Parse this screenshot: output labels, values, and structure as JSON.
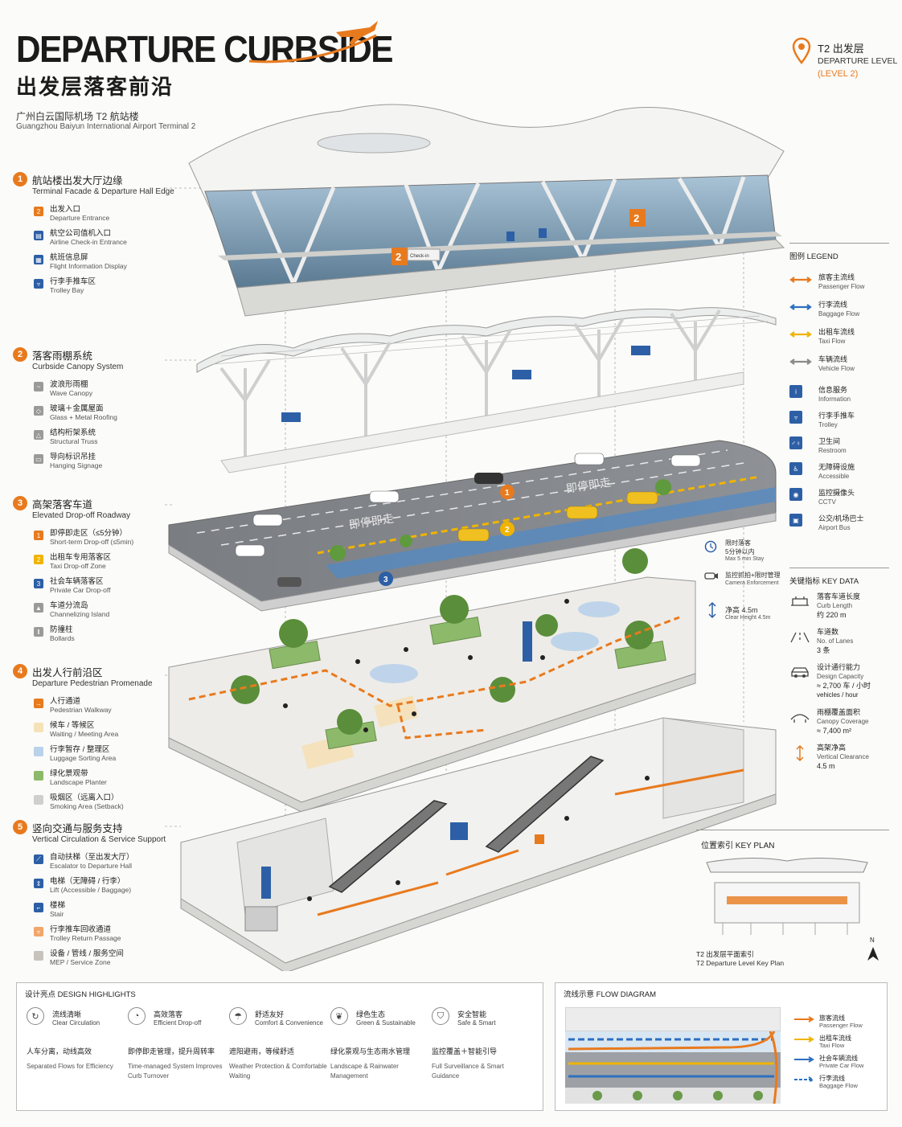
{
  "header": {
    "title_en": "DEPARTURE CURBSIDE",
    "title_cn": "出发层落客前沿",
    "subtitle_cn": "广州白云国际机场 T2 航站楼",
    "subtitle_en": "Guangzhou Baiyun International Airport Terminal 2"
  },
  "level_badge": {
    "line1": "T2 出发层",
    "line2": "DEPARTURE LEVEL",
    "line3": "(LEVEL 2)"
  },
  "sections": [
    {
      "num": "1",
      "title_cn": "航站楼出发大厅边缘",
      "title_en": "Terminal Facade & Departure Hall Edge",
      "items": [
        {
          "cn": "出发入口",
          "en": "Departure Entrance",
          "color": "#e87a1e",
          "glyph": "2"
        },
        {
          "cn": "航空公司值机入口",
          "en": "Airline Check-in Entrance",
          "color": "#2d5fa6",
          "glyph": "▤"
        },
        {
          "cn": "航班信息屏",
          "en": "Flight Information Display",
          "color": "#2d5fa6",
          "glyph": "▦"
        },
        {
          "cn": "行李手推车区",
          "en": "Trolley Bay",
          "color": "#2d5fa6",
          "glyph": "▿"
        }
      ]
    },
    {
      "num": "2",
      "title_cn": "落客雨棚系统",
      "title_en": "Curbside Canopy System",
      "items": [
        {
          "cn": "波浪形雨棚",
          "en": "Wave Canopy",
          "color": "#9a9a9a",
          "glyph": "~"
        },
        {
          "cn": "玻璃＋金属屋面",
          "en": "Glass + Metal Roofing",
          "color": "#9a9a9a",
          "glyph": "◇"
        },
        {
          "cn": "结构桁架系统",
          "en": "Structural Truss",
          "color": "#9a9a9a",
          "glyph": "△"
        },
        {
          "cn": "导向标识吊挂",
          "en": "Hanging Signage",
          "color": "#9a9a9a",
          "glyph": "▭"
        }
      ]
    },
    {
      "num": "3",
      "title_cn": "高架落客车道",
      "title_en": "Elevated Drop-off Roadway",
      "items": [
        {
          "cn": "即停即走区（≤5分钟）",
          "en": "Short-term Drop-off (≤5min)",
          "color": "#e87a1e",
          "glyph": "1"
        },
        {
          "cn": "出租车专用落客区",
          "en": "Taxi Drop-off Zone",
          "color": "#f0b400",
          "glyph": "2"
        },
        {
          "cn": "社会车辆落客区",
          "en": "Private Car Drop-off",
          "color": "#2d5fa6",
          "glyph": "3"
        },
        {
          "cn": "车道分流岛",
          "en": "Channelizing Island",
          "color": "#9a9a9a",
          "glyph": "▲"
        },
        {
          "cn": "防撞柱",
          "en": "Bollards",
          "color": "#9a9a9a",
          "glyph": "‖"
        }
      ]
    },
    {
      "num": "4",
      "title_cn": "出发人行前沿区",
      "title_en": "Departure Pedestrian Promenade",
      "items": [
        {
          "cn": "人行通道",
          "en": "Pedestrian Walkway",
          "color": "#e87a1e",
          "glyph": "→"
        },
        {
          "cn": "候车 / 等候区",
          "en": "Waiting / Meeting Area",
          "color": "#f6e2b8",
          "glyph": ""
        },
        {
          "cn": "行李暂存 / 整理区",
          "en": "Luggage Sorting Area",
          "color": "#b9d2ea",
          "glyph": ""
        },
        {
          "cn": "绿化景观带",
          "en": "Landscape Planter",
          "color": "#8cba6a",
          "glyph": ""
        },
        {
          "cn": "吸烟区（远离入口）",
          "en": "Smoking Area (Setback)",
          "color": "#cfcfcf",
          "glyph": ""
        }
      ]
    },
    {
      "num": "5",
      "title_cn": "竖向交通与服务支持",
      "title_en": "Vertical Circulation & Service Support",
      "items": [
        {
          "cn": "自动扶梯（至出发大厅）",
          "en": "Escalator to Departure Hall",
          "color": "#2d5fa6",
          "glyph": "⟋"
        },
        {
          "cn": "电梯（无障碍 / 行李）",
          "en": "Lift (Accessible / Baggage)",
          "color": "#2d5fa6",
          "glyph": "⇕"
        },
        {
          "cn": "楼梯",
          "en": "Stair",
          "color": "#2d5fa6",
          "glyph": "⌐"
        },
        {
          "cn": "行李推车回收通道",
          "en": "Trolley Return Passage",
          "color": "#f2a66a",
          "glyph": "▿"
        },
        {
          "cn": "设备 / 管线 / 服务空间",
          "en": "MEP / Service Zone",
          "color": "#c7c2bb",
          "glyph": ""
        }
      ]
    }
  ],
  "legend": {
    "title": "图例 LEGEND",
    "flows": [
      {
        "cn": "旅客主流线",
        "en": "Passenger Flow",
        "color": "#e87a1e"
      },
      {
        "cn": "行李流线",
        "en": "Baggage Flow",
        "color": "#2d6fc0"
      },
      {
        "cn": "出租车流线",
        "en": "Taxi Flow",
        "color": "#f0b400"
      },
      {
        "cn": "车辆流线",
        "en": "Vehicle Flow",
        "color": "#8a8a8a"
      }
    ],
    "icons": [
      {
        "cn": "信息服务",
        "en": "Information",
        "glyph": "i"
      },
      {
        "cn": "行李手推车",
        "en": "Trolley",
        "glyph": "▿"
      },
      {
        "cn": "卫生间",
        "en": "Restroom",
        "glyph": "♂♀"
      },
      {
        "cn": "无障碍设施",
        "en": "Accessible",
        "glyph": "♿"
      },
      {
        "cn": "监控摄像头",
        "en": "CCTV",
        "glyph": "◉"
      },
      {
        "cn": "公交/机场巴士",
        "en": "Airport Bus",
        "glyph": "▣"
      }
    ]
  },
  "key_data": {
    "title": "关键指标 KEY DATA",
    "items": [
      {
        "cn": "落客车道长度",
        "en": "Curb Length",
        "value": "约 220 m"
      },
      {
        "cn": "车道数",
        "en": "No. of Lanes",
        "value": "3 条"
      },
      {
        "cn": "设计通行能力",
        "en": "Design Capacity",
        "value": "≈ 2,700 车 / 小时",
        "value2": "vehicles / hour"
      },
      {
        "cn": "雨棚覆盖面积",
        "en": "Canopy Coverage",
        "value": "≈ 7,400 m²"
      },
      {
        "cn": "高架净高",
        "en": "Vertical Clearance",
        "value": "4.5 m"
      }
    ]
  },
  "key_plan": {
    "title": "位置索引 KEY PLAN",
    "caption_cn": "T2 出发层平面索引",
    "caption_en": "T2 Departure Level Key Plan",
    "north": "N"
  },
  "roadway_notes": [
    {
      "cn": "限时落客",
      "cn2": "5分钟以内",
      "en": "Max 5 min Stay"
    },
    {
      "cn": "监控抓拍+限时管理",
      "en": "Camera Enforcement"
    },
    {
      "cn": "净高 4.5m",
      "en": "Clear Height 4.5m"
    }
  ],
  "illustration_labels": {
    "door_sign": "Check-in",
    "road_text_1": "即停即走",
    "road_text_2": "即停即走"
  },
  "highlights": {
    "title": "设计亮点 DESIGN HIGHLIGHTS",
    "items": [
      {
        "cn": "流线清晰",
        "en": "Clear Circulation",
        "desc_cn": "人车分离，动线高效",
        "desc_en": "Separated Flows for Efficiency"
      },
      {
        "cn": "高效落客",
        "en": "Efficient Drop-off",
        "desc_cn": "即停即走管理，提升周转率",
        "desc_en": "Time-managed System Improves Curb Turnover"
      },
      {
        "cn": "舒适友好",
        "en": "Comfort & Convenience",
        "desc_cn": "遮阳避雨，等候舒适",
        "desc_en": "Weather Protection & Comfortable Waiting"
      },
      {
        "cn": "绿色生态",
        "en": "Green & Sustainable",
        "desc_cn": "绿化景观与生态雨水管理",
        "desc_en": "Landscape & Rainwater Management"
      },
      {
        "cn": "安全智能",
        "en": "Safe & Smart",
        "desc_cn": "监控覆盖＋智能引导",
        "desc_en": "Full Surveillance & Smart Guidance"
      }
    ]
  },
  "flow_diagram": {
    "title": "流线示意 FLOW DIAGRAM",
    "items": [
      {
        "cn": "旅客流线",
        "en": "Passenger Flow",
        "color": "#e87a1e"
      },
      {
        "cn": "出租车流线",
        "en": "Taxi Flow",
        "color": "#f0b400"
      },
      {
        "cn": "社会车辆流线",
        "en": "Private Car Flow",
        "color": "#2d6fc0"
      },
      {
        "cn": "行李流线",
        "en": "Baggage Flow",
        "color": "#2d6fc0"
      }
    ]
  }
}
